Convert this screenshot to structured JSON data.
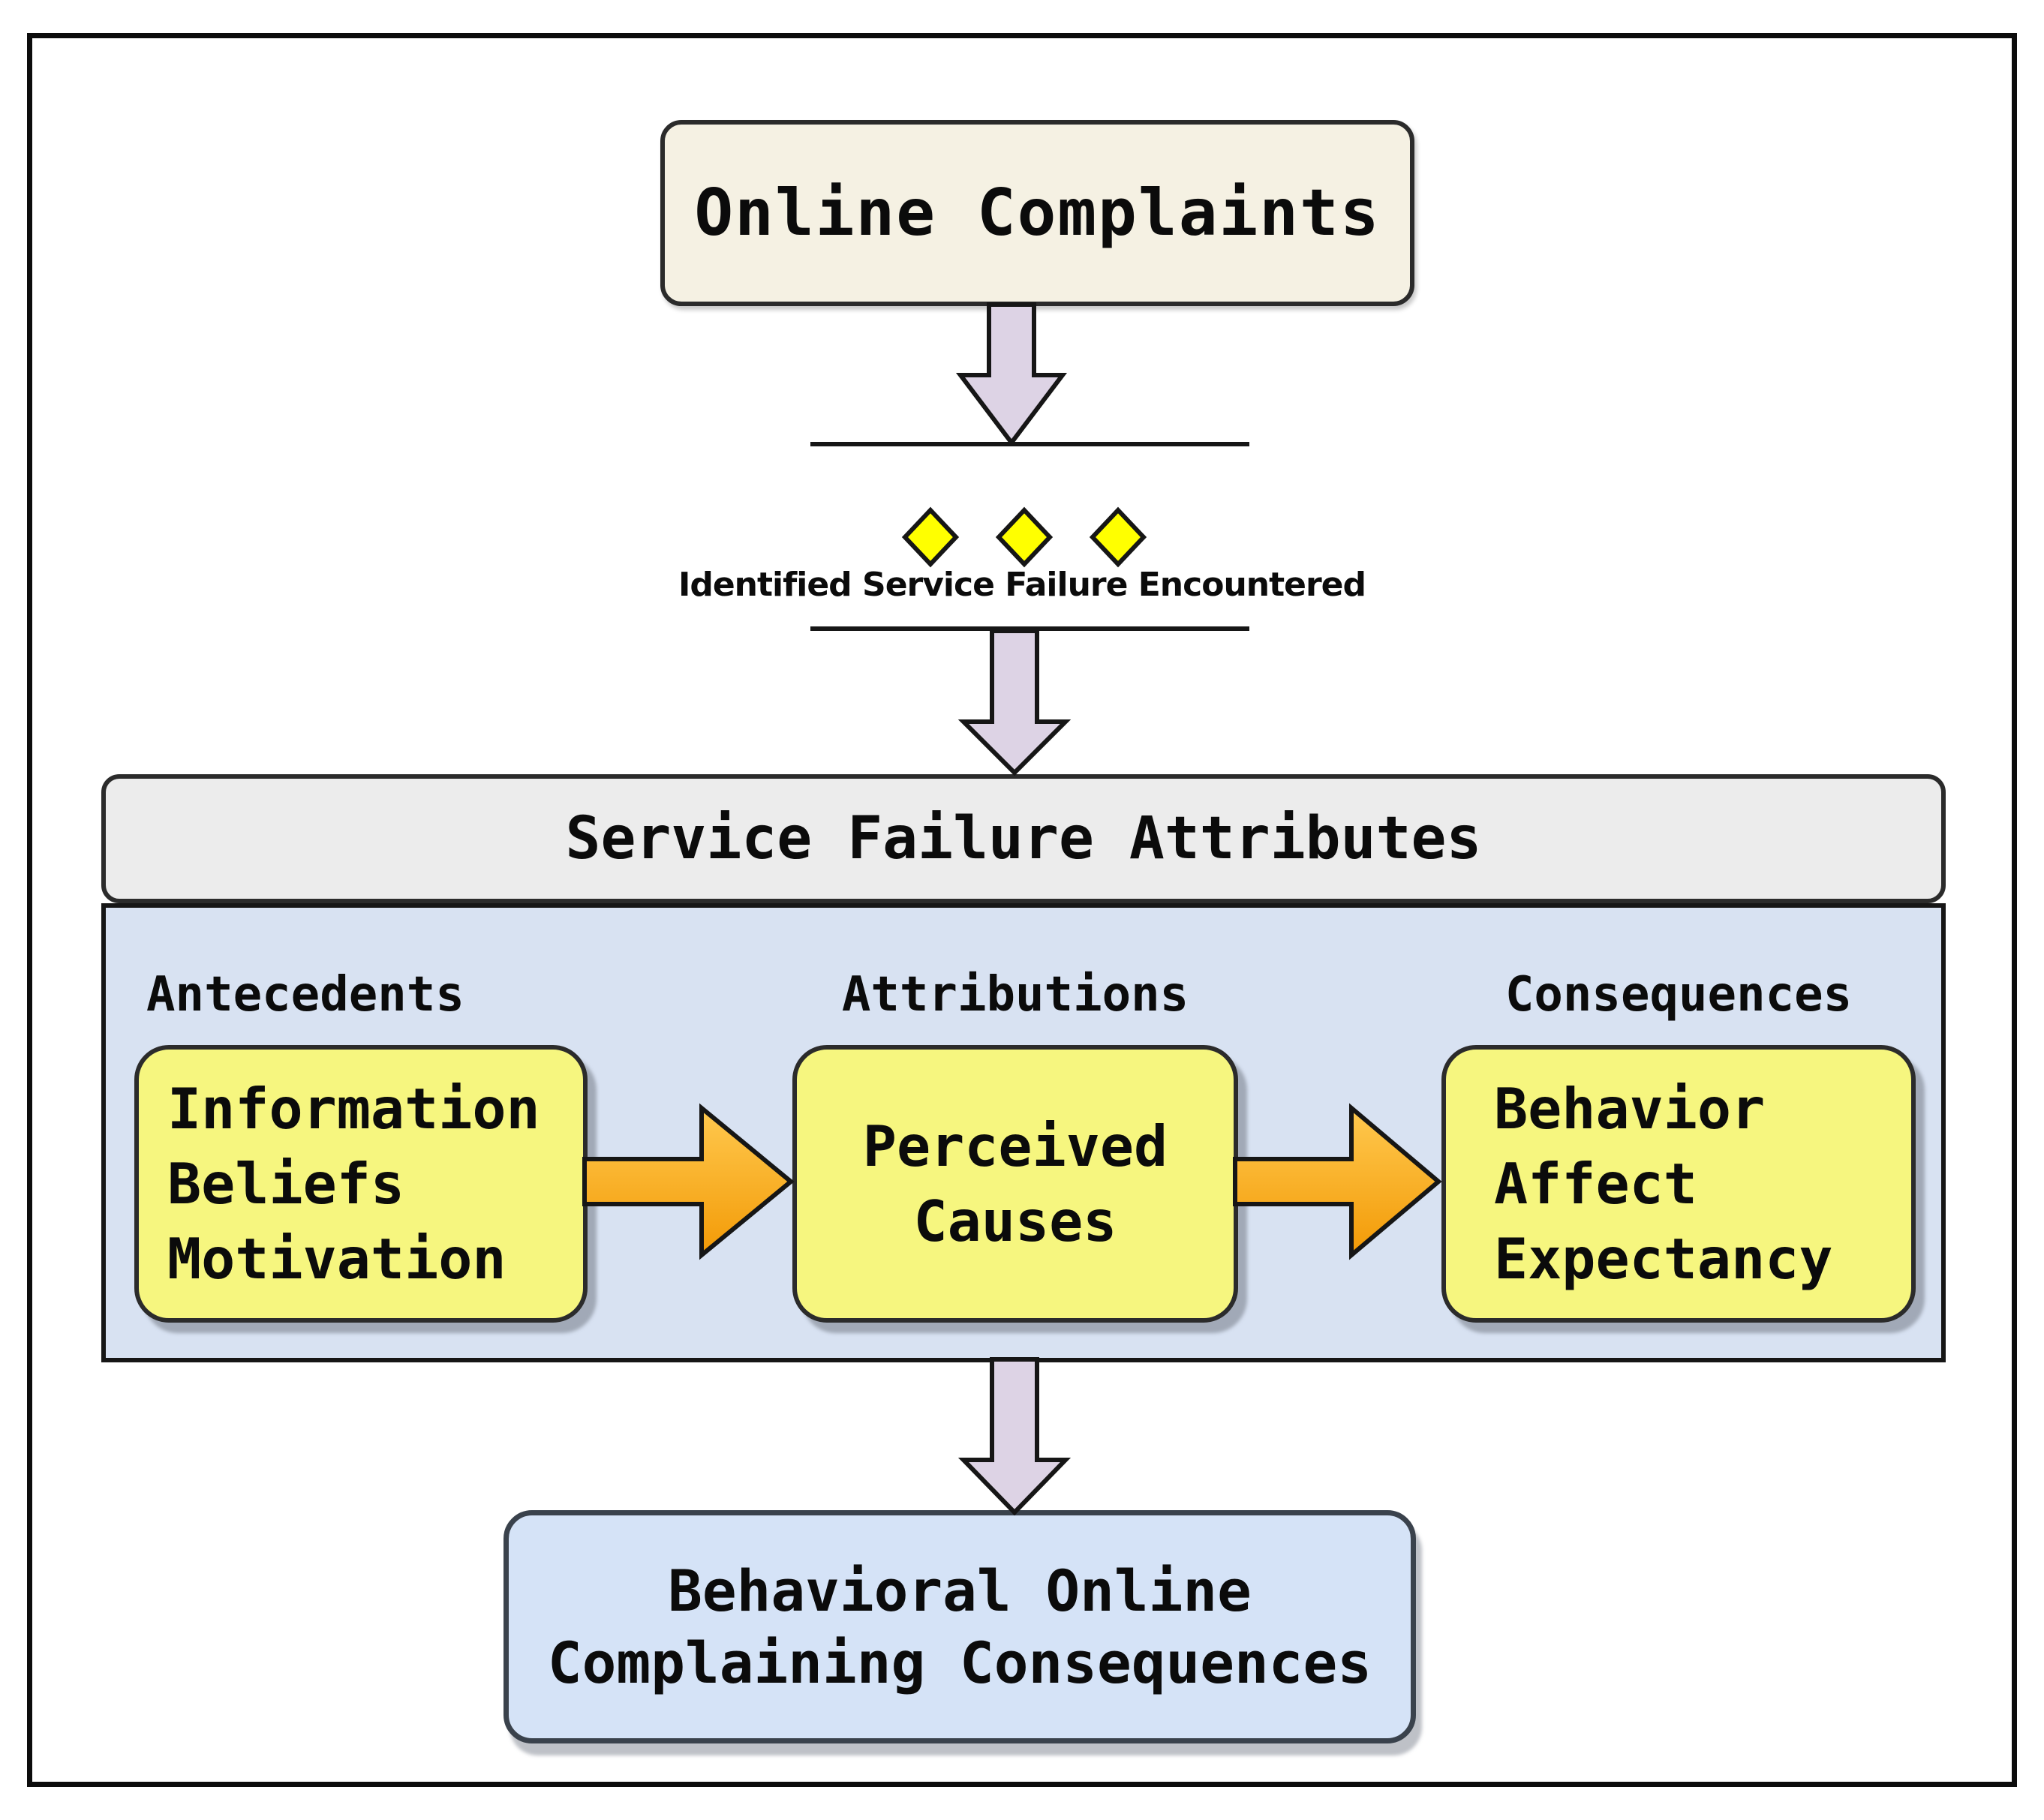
{
  "figure": {
    "source_box": {
      "label": "Online Complaints"
    },
    "checkpoint": {
      "caption": "Identified Service Failure Encountered",
      "diamond_count": 3
    },
    "header_box": {
      "label": "Service Failure Attributes"
    },
    "attribute_panel": {
      "columns": [
        {
          "label": "Antecedents",
          "box_lines": [
            "Information",
            "Beliefs",
            "Motivation"
          ]
        },
        {
          "label": "Attributions",
          "box_lines": [
            "Perceived",
            "Causes"
          ]
        },
        {
          "label": "Consequences",
          "box_lines": [
            "Behavior",
            "Affect",
            "Expectancy"
          ]
        }
      ]
    },
    "outcome_box": {
      "lines": [
        "Behavioral Online",
        "Complaining Consequences"
      ]
    },
    "colors": {
      "source_box_fill": "#f5f1e3",
      "header_fill": "#ececec",
      "panel_fill": "#d8e2f2",
      "note_fill": "#f6f67f",
      "diamond_fill": "#ffff00",
      "down_arrow_fill": "#ddd3e5",
      "right_arrow_top": "#ffc94f",
      "right_arrow_bottom": "#f39a06",
      "outcome_fill": "#d5e3f7",
      "outline": "#161616"
    }
  }
}
